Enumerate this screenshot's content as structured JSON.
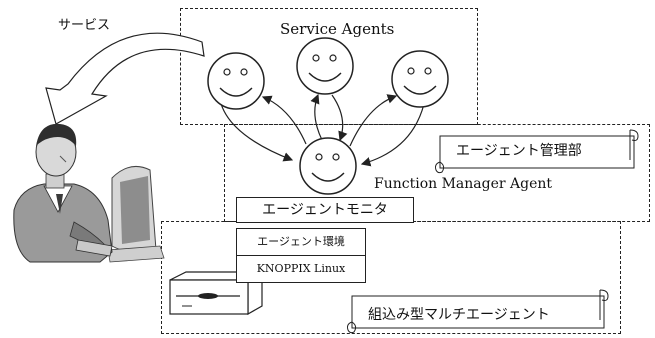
{
  "labels": {
    "service": "サービス",
    "service_agents": "Service Agents",
    "agent_management": "エージェント管理部",
    "function_manager_agent": "Function Manager Agent",
    "agent_monitor": "エージェントモニタ",
    "agent_environment": "エージェント環境",
    "knoppix_linux": "KNOPPIX Linux",
    "embedded_multi_agent": "組込み型マルチエージェント"
  },
  "icons": {
    "arrow": "curved-arrow-icon",
    "person": "person-at-computer-icon",
    "device": "disk-drive-icon",
    "agent": "smiley-agent-icon",
    "scroll": "scroll-banner-icon"
  },
  "colors": {
    "line": "#222222",
    "fill": "#ffffff",
    "shade": "#9a9a9a",
    "dark": "#3a3a3a"
  }
}
